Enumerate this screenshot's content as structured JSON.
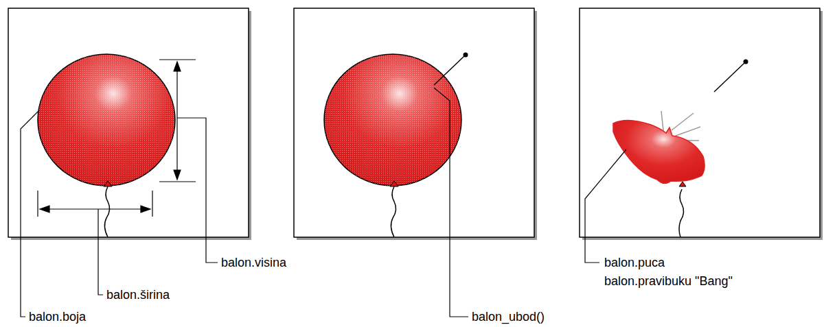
{
  "diagram": {
    "labels": [
      "balon.visina",
      "balon.širina",
      "balon.boja",
      "balon_ubod()",
      "balon.puca",
      "balon.pravibuku \"Bang\""
    ]
  }
}
